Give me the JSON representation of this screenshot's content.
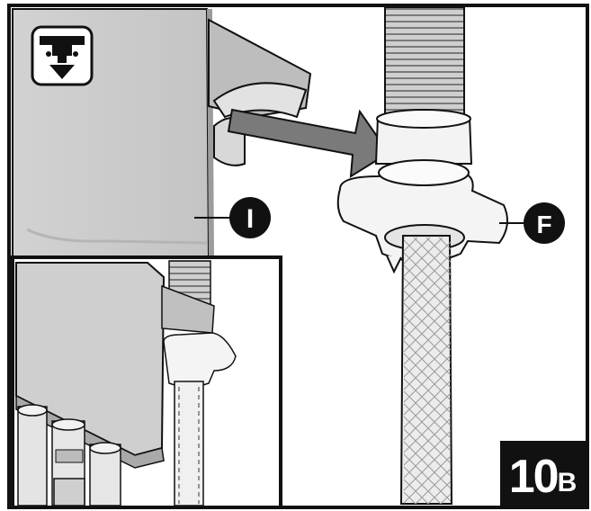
{
  "callouts": {
    "left_letter": "I",
    "right_letter": "F"
  },
  "step": {
    "number": "10",
    "suffix": "B"
  },
  "icon": {
    "name": "drain-down-arrow-icon"
  },
  "colors": {
    "outline": "#111111",
    "panel_gray": "#d6d6d6",
    "nut_white": "#f4f4f4",
    "arrow_gray": "#7a7a7a"
  }
}
